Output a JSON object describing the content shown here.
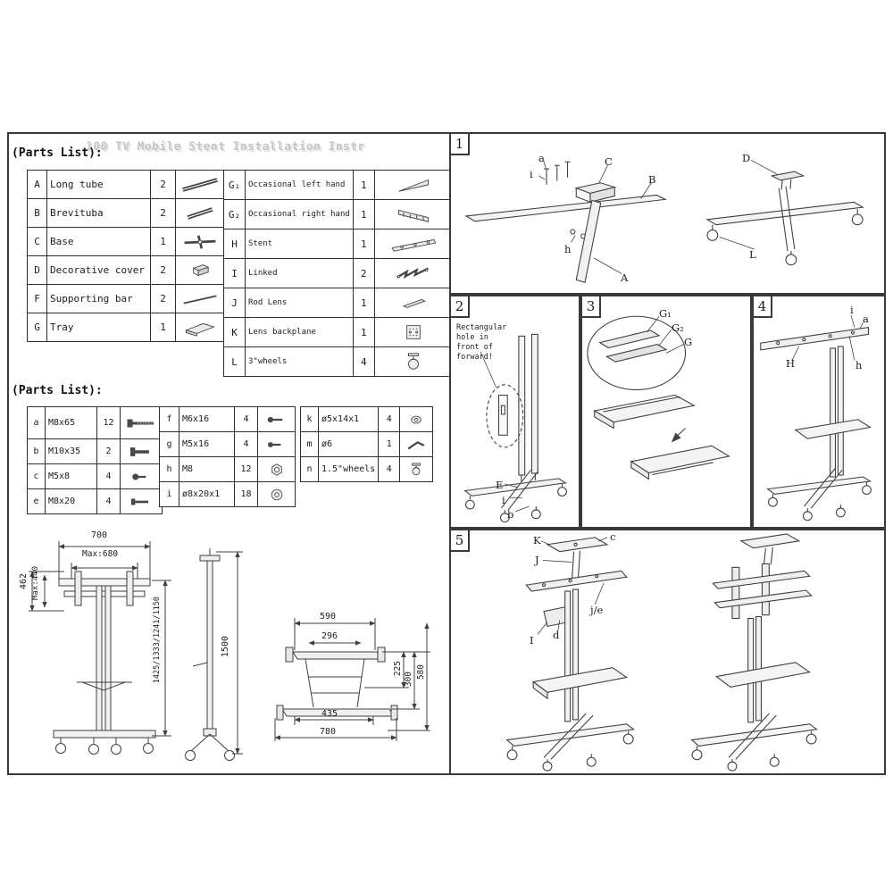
{
  "meta": {
    "ghost_title": "100 TV Mobile Stent Installation Instr",
    "parts_list_label": "(Parts List):",
    "parts_list2_label": "(Parts List):"
  },
  "parts": {
    "left": [
      {
        "id": "A",
        "name": "Long tube",
        "qty": "2"
      },
      {
        "id": "B",
        "name": "Brevituba",
        "qty": "2"
      },
      {
        "id": "C",
        "name": "Base",
        "qty": "1"
      },
      {
        "id": "D",
        "name": "Decorative cover",
        "qty": "2"
      },
      {
        "id": "F",
        "name": "Supporting bar",
        "qty": "2"
      },
      {
        "id": "G",
        "name": "Tray",
        "qty": "1"
      }
    ],
    "right": [
      {
        "id": "G₁",
        "name": "Occasional left hand",
        "qty": "1"
      },
      {
        "id": "G₂",
        "name": "Occasional right hand",
        "qty": "1"
      },
      {
        "id": "H",
        "name": "Stent",
        "qty": "1"
      },
      {
        "id": "I",
        "name": "Linked",
        "qty": "2"
      },
      {
        "id": "J",
        "name": "Rod Lens",
        "qty": "1"
      },
      {
        "id": "K",
        "name": "Lens backplane",
        "qty": "1"
      },
      {
        "id": "L",
        "name": "3\"wheels",
        "qty": "4"
      }
    ]
  },
  "hardware": {
    "col1": [
      {
        "id": "a",
        "name": "M8x65",
        "qty": "12"
      },
      {
        "id": "b",
        "name": "M10x35",
        "qty": "2"
      },
      {
        "id": "c",
        "name": "M5x8",
        "qty": "4"
      },
      {
        "id": "e",
        "name": "M8x20",
        "qty": "4"
      }
    ],
    "col2": [
      {
        "id": "f",
        "name": "M6x16",
        "qty": "4"
      },
      {
        "id": "g",
        "name": "M5x16",
        "qty": "4"
      },
      {
        "id": "h",
        "name": "M8",
        "qty": "12"
      },
      {
        "id": "i",
        "name": "ø8x20x1",
        "qty": "18"
      }
    ],
    "col3": [
      {
        "id": "k",
        "name": "ø5x14x1",
        "qty": "4"
      },
      {
        "id": "m",
        "name": "ø6",
        "qty": "1"
      },
      {
        "id": "n",
        "name": "1.5\"wheels",
        "qty": "4"
      }
    ]
  },
  "steps": {
    "n1": "1",
    "n2": "2",
    "n3": "3",
    "n4": "4",
    "n5": "5"
  },
  "notes": {
    "step2": "Rectangular hole in front of forward!"
  },
  "labels": {
    "step1": {
      "a": "a",
      "i": "i",
      "C": "C",
      "B": "B",
      "h": "h",
      "A": "A",
      "D": "D",
      "L": "L"
    },
    "step2": {
      "E": "E",
      "i": "i",
      "b": "b"
    },
    "step3": {
      "G1": "G₁",
      "G2": "G₂",
      "G": "G"
    },
    "step4": {
      "i": "i",
      "a": "a",
      "H": "H",
      "h": "h"
    },
    "step5": {
      "K": "K",
      "c": "c",
      "J": "J",
      "je": "j/e",
      "d": "d",
      "I": "I"
    }
  },
  "dimensions": {
    "front_width": "700",
    "front_max_width": "Max:680",
    "front_left_height": "462",
    "front_left_max": "Max:440",
    "front_height_range": "1425/1333/1241/1150",
    "side_height": "1500",
    "plate_top_width": "590",
    "plate_inner_width": "296",
    "plate_inner_height": "225",
    "plate_mid_height": "300",
    "plate_outer_height": "580",
    "plate_inner_bottom": "435",
    "plate_bottom_width": "780"
  }
}
